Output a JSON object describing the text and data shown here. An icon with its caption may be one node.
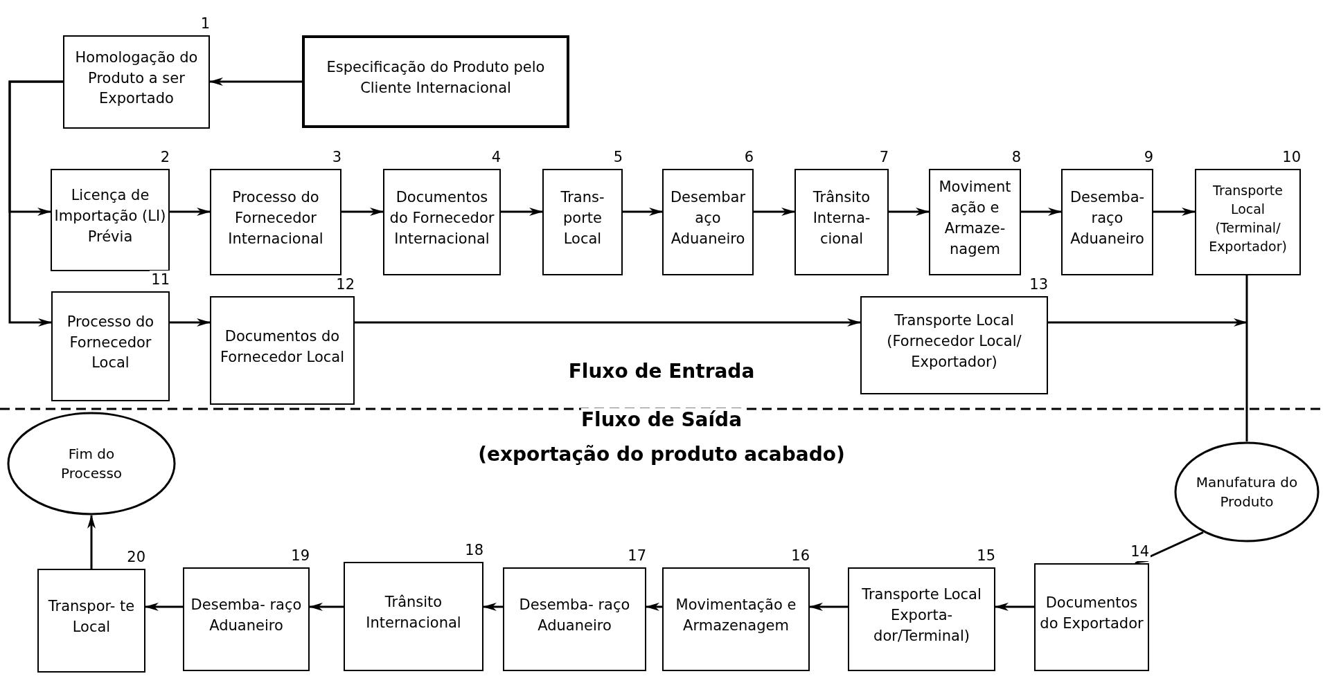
{
  "diagram": {
    "nodes": [
      {
        "text": [
          "Homologação do Produto a ser Exportado"
        ],
        "beside": [
          "1"
        ]
      },
      {
        "text": [
          "Especificação do Produto pelo Cliente Internacional"
        ]
      },
      {
        "text": [
          "Licença de Importação (LI) Prévia"
        ],
        "beside": [
          "2"
        ]
      },
      {
        "text": [
          "Processo do Fornecedor Internacional"
        ],
        "beside": [
          "3"
        ]
      },
      {
        "text": [
          "Documentos do Fornecedor Internacional"
        ],
        "beside": [
          "4"
        ]
      },
      {
        "text": [
          "Trans- porte Local"
        ],
        "beside": [
          "5"
        ]
      },
      {
        "text": [
          "Desembar aço Aduaneiro"
        ],
        "beside": [
          "6"
        ]
      },
      {
        "text": [
          "Trânsito Interna- cional"
        ],
        "beside": [
          "7"
        ]
      },
      {
        "text": [
          "Moviment ação e Armaze- nagem"
        ],
        "beside": [
          "8"
        ]
      },
      {
        "text": [
          "Desemba- raço Aduaneiro"
        ],
        "beside": [
          "9"
        ]
      },
      {
        "text": [
          "Transporte Local (Terminal/ Exportador)"
        ],
        "beside": [
          "10"
        ]
      },
      {
        "text": [
          "Processo do Fornecedor Local"
        ],
        "beside": [
          "11"
        ]
      },
      {
        "text": [
          "Documentos do Fornecedor Local"
        ],
        "beside": [
          "12"
        ]
      },
      {
        "text": [
          "Transporte Local (Fornecedor Local/ Exportador)"
        ],
        "beside": [
          "13"
        ]
      },
      {
        "text": [
          "Manufatura do Produto"
        ]
      },
      {
        "text": [
          "Documentos do Exportador"
        ],
        "beside": [
          "14"
        ]
      },
      {
        "text": [
          "Transporte Local Exporta- dor/Terminal)"
        ],
        "beside": [
          "15"
        ]
      },
      {
        "text": [
          "Movimentação e Armazenagem"
        ],
        "beside": [
          "16"
        ]
      },
      {
        "text": [
          "Desemba- raço Aduaneiro"
        ],
        "beside": [
          "17"
        ]
      },
      {
        "text": [
          "Trânsito Internacional"
        ],
        "beside": [
          "18"
        ]
      },
      {
        "text": [
          "Desemba- raço Aduaneiro"
        ],
        "beside": [
          "19"
        ]
      },
      {
        "text": [
          "Transpor- te Local"
        ],
        "beside": [
          "20"
        ]
      },
      {
        "text": [
          "Fim do Processo"
        ]
      }
    ],
    "edges": [
      {
        "from": 1,
        "to": 0,
        "arrow": "to"
      },
      {
        "from": 0,
        "to": 2,
        "arrow": "to"
      },
      {
        "from": 0,
        "to": 11,
        "arrow": "to"
      },
      {
        "from": 2,
        "to": 3,
        "arrow": "to"
      },
      {
        "from": 3,
        "to": 4,
        "arrow": "to"
      },
      {
        "from": 4,
        "to": 5,
        "arrow": "to"
      },
      {
        "from": 5,
        "to": 6,
        "arrow": "to"
      },
      {
        "from": 6,
        "to": 7,
        "arrow": "to"
      },
      {
        "from": 7,
        "to": 8,
        "arrow": "to"
      },
      {
        "from": 8,
        "to": 9,
        "arrow": "to"
      },
      {
        "from": 9,
        "to": 10,
        "arrow": "to"
      },
      {
        "from": 11,
        "to": 12,
        "arrow": "to"
      },
      {
        "from": 12,
        "to": 13,
        "arrow": "to"
      },
      {
        "from": 13,
        "to": null,
        "arrow": "to"
      },
      {
        "from": 10,
        "to": 14,
        "arrow": "none"
      },
      {
        "from": 14,
        "to": 15,
        "arrow": "to"
      },
      {
        "from": 15,
        "to": 16,
        "arrow": "to"
      },
      {
        "from": 16,
        "to": 17,
        "arrow": "to"
      },
      {
        "from": 17,
        "to": 18,
        "arrow": "to"
      },
      {
        "from": 18,
        "to": 19,
        "arrow": "to"
      },
      {
        "from": 19,
        "to": 20,
        "arrow": "to"
      },
      {
        "from": 20,
        "to": 21,
        "arrow": "to"
      },
      {
        "from": 21,
        "to": 22,
        "arrow": "to"
      }
    ],
    "labels": [
      "Fluxo de Entrada",
      "Fluxo de Saída",
      "(exportação do produto acabado)"
    ]
  }
}
